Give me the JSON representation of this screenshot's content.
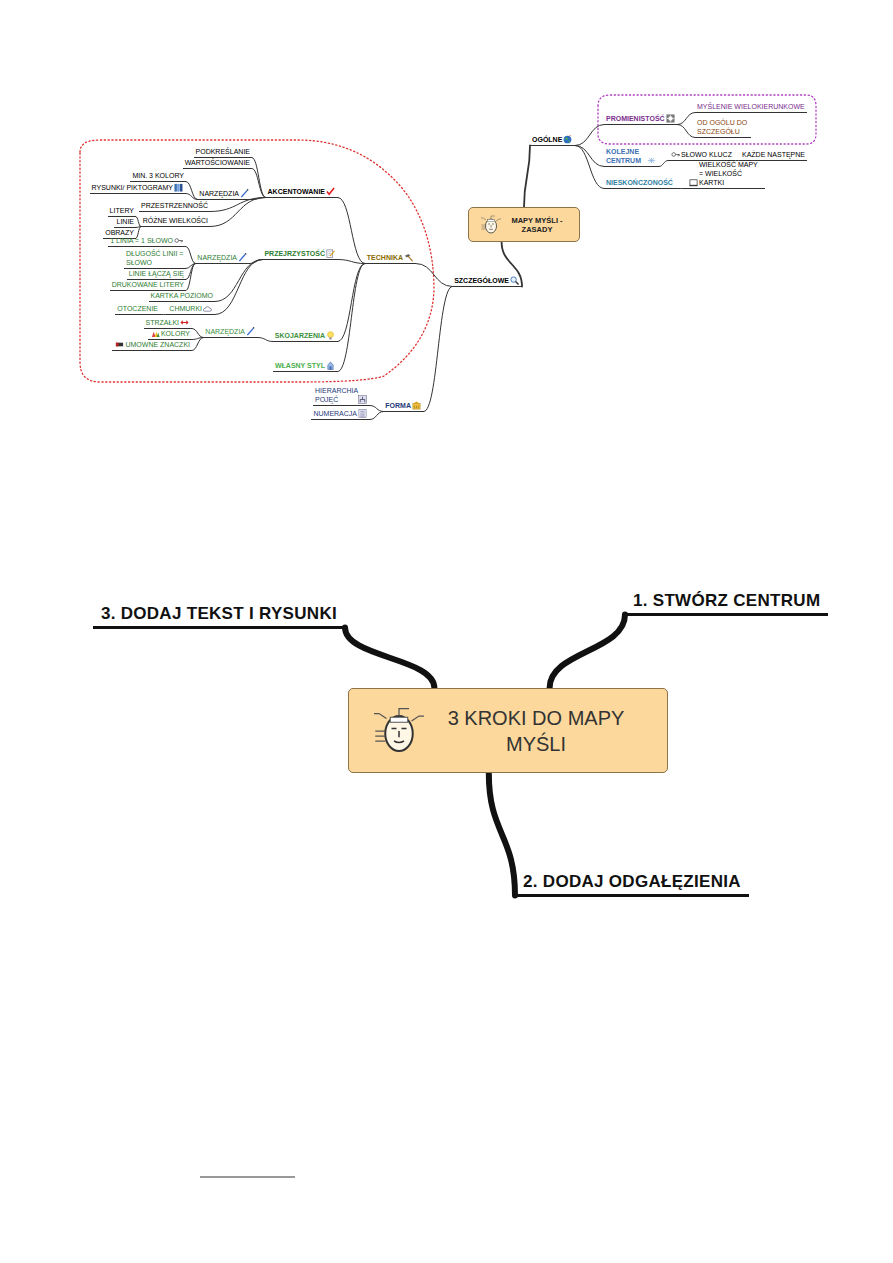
{
  "diagram": {
    "nodes": [
      {
        "text": [
          "MAPY MYŚLI - ZASADY"
        ]
      },
      {
        "text": [
          "OGÓLNE"
        ]
      },
      {
        "text": [
          "PROMIENISTOŚĆ"
        ]
      },
      {
        "text": [
          "MYŚLENIE WIELOKIERUNKOWE"
        ]
      },
      {
        "text": [
          "OD OGÓLU DO SZCZEGÓŁU"
        ]
      },
      {
        "text": [
          "KOLEJNE CENTRUM"
        ]
      },
      {
        "text": [
          "SŁOWO KLUCZ"
        ]
      },
      {
        "text": [
          "KAŻDE NASTĘPNE"
        ]
      },
      {
        "text": [
          "NIESKOŃCZONOŚĆ"
        ]
      },
      {
        "text": [
          "WIELKOŚĆ MAPY = WIELKOŚĆ KARTKI"
        ]
      },
      {
        "text": [
          "SZCZEGÓŁOWE"
        ]
      },
      {
        "text": [
          "TECHNIKA"
        ]
      },
      {
        "text": [
          "FORMA"
        ]
      },
      {
        "text": [
          "AKCENTOWANIE"
        ]
      },
      {
        "text": [
          "PRZEJRZYSTOŚĆ"
        ]
      },
      {
        "text": [
          "SKOJARZENIA"
        ]
      },
      {
        "text": [
          "WŁASNY STYL"
        ]
      },
      {
        "text": [
          "PODKREŚLANIE"
        ]
      },
      {
        "text": [
          "WARTOŚCIOWANIE"
        ]
      },
      {
        "text": [
          "NARZĘDZIA"
        ]
      },
      {
        "text": [
          "MIN. 3 KOLORY"
        ]
      },
      {
        "text": [
          "RYSUNKI/ PIKTOGRAMY"
        ]
      },
      {
        "text": [
          "PRZESTRZENNOŚĆ"
        ]
      },
      {
        "text": [
          "RÓŻNE WIELKOŚCI"
        ]
      },
      {
        "text": [
          "LITERY"
        ]
      },
      {
        "text": [
          "LINIE"
        ]
      },
      {
        "text": [
          "OBRAZY"
        ]
      },
      {
        "text": [
          "NARZĘDZIA"
        ]
      },
      {
        "text": [
          "1 LINIA = 1 SŁOWO"
        ]
      },
      {
        "text": [
          "DŁUGOŚĆ LINII = SŁOWO"
        ]
      },
      {
        "text": [
          "LINIE ŁĄCZĄ SIĘ"
        ]
      },
      {
        "text": [
          "DRUKOWANE LITERY"
        ]
      },
      {
        "text": [
          "KARTKA POZIOMO"
        ]
      },
      {
        "text": [
          "CHMURKI"
        ]
      },
      {
        "text": [
          "OTOCZENIE"
        ]
      },
      {
        "text": [
          "NARZĘDZIA"
        ]
      },
      {
        "text": [
          "STRZAŁKI"
        ]
      },
      {
        "text": [
          "KOLORY"
        ]
      },
      {
        "text": [
          "UMOWNE ZNACZKI"
        ]
      },
      {
        "text": [
          "HIERARCHIA POJĘĆ"
        ]
      },
      {
        "text": [
          "NUMERACJA"
        ]
      },
      {
        "text": [
          "3 KROKI DO MAPY MYŚLI"
        ]
      },
      {
        "text": [
          "1. STWÓRZ CENTRUM"
        ]
      },
      {
        "text": [
          "2. DODAJ ODGAŁĘZIENIA"
        ]
      },
      {
        "text": [
          "3. DODAJ TEKST I RYSUNKI"
        ]
      }
    ],
    "edges": [
      {
        "from": 0,
        "to": 1,
        "arrow": "none"
      },
      {
        "from": 1,
        "to": 2,
        "arrow": "none"
      },
      {
        "from": 2,
        "to": 3,
        "arrow": "none"
      },
      {
        "from": 2,
        "to": 4,
        "arrow": "none"
      },
      {
        "from": 1,
        "to": 5,
        "arrow": "none"
      },
      {
        "from": 5,
        "to": 6,
        "arrow": "none"
      },
      {
        "from": 6,
        "to": 7,
        "arrow": "none"
      },
      {
        "from": 1,
        "to": 8,
        "arrow": "none"
      },
      {
        "from": 8,
        "to": 9,
        "arrow": "none"
      },
      {
        "from": 0,
        "to": 10,
        "arrow": "none"
      },
      {
        "from": 10,
        "to": 11,
        "arrow": "none"
      },
      {
        "from": 10,
        "to": 12,
        "arrow": "none"
      },
      {
        "from": 11,
        "to": 13,
        "arrow": "none"
      },
      {
        "from": 11,
        "to": 14,
        "arrow": "none"
      },
      {
        "from": 11,
        "to": 15,
        "arrow": "none"
      },
      {
        "from": 11,
        "to": 16,
        "arrow": "none"
      },
      {
        "from": 13,
        "to": 17,
        "arrow": "none"
      },
      {
        "from": 13,
        "to": 18,
        "arrow": "none"
      },
      {
        "from": 13,
        "to": 19,
        "arrow": "none"
      },
      {
        "from": 19,
        "to": 20,
        "arrow": "none"
      },
      {
        "from": 19,
        "to": 21,
        "arrow": "none"
      },
      {
        "from": 13,
        "to": 22,
        "arrow": "none"
      },
      {
        "from": 13,
        "to": 23,
        "arrow": "none"
      },
      {
        "from": 23,
        "to": 24,
        "arrow": "none"
      },
      {
        "from": 23,
        "to": 25,
        "arrow": "none"
      },
      {
        "from": 23,
        "to": 26,
        "arrow": "none"
      },
      {
        "from": 14,
        "to": 27,
        "arrow": "none"
      },
      {
        "from": 27,
        "to": 28,
        "arrow": "none"
      },
      {
        "from": 27,
        "to": 29,
        "arrow": "none"
      },
      {
        "from": 27,
        "to": 30,
        "arrow": "none"
      },
      {
        "from": 27,
        "to": 31,
        "arrow": "none"
      },
      {
        "from": 14,
        "to": 32,
        "arrow": "none"
      },
      {
        "from": 14,
        "to": 33,
        "arrow": "none"
      },
      {
        "from": 33,
        "to": 34,
        "arrow": "none"
      },
      {
        "from": 15,
        "to": 35,
        "arrow": "none"
      },
      {
        "from": 35,
        "to": 36,
        "arrow": "none"
      },
      {
        "from": 35,
        "to": 37,
        "arrow": "none"
      },
      {
        "from": 35,
        "to": 38,
        "arrow": "none"
      },
      {
        "from": 12,
        "to": 39,
        "arrow": "none"
      },
      {
        "from": 12,
        "to": 40,
        "arrow": "none"
      },
      {
        "from": 41,
        "to": 42,
        "arrow": "none"
      },
      {
        "from": 41,
        "to": 43,
        "arrow": "none"
      },
      {
        "from": 41,
        "to": 44,
        "arrow": "none"
      }
    ]
  }
}
